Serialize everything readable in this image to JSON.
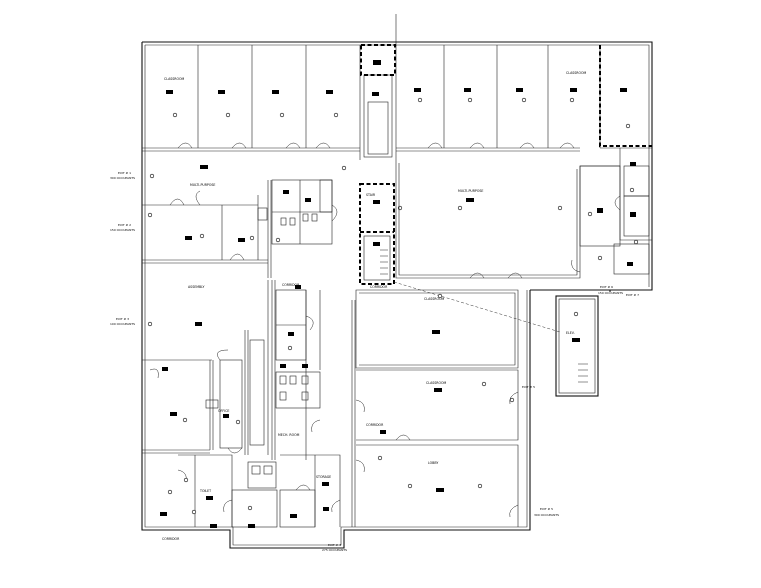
{
  "labels": {
    "exit_left_1": "EXIT # 1",
    "exit_left_1_occ": "300 OCCUPANTS",
    "exit_left_2": "EXIT # 2",
    "exit_left_2_occ": "150 OCCUPANTS",
    "exit_left_3": "EXIT # 3",
    "exit_left_3_occ": "100 OCCUPANTS",
    "exit_right_1": "EXIT # 6",
    "exit_right_1_occ": "150 OCCUPANTS",
    "exit_right_2": "EXIT # 7",
    "exit_mid": "EXIT # 5",
    "exit_mid_occ": "300 OCCUPANTS",
    "exit_bottom": "EXIT # 4",
    "exit_bottom_occ": "275 OCCUPANTS",
    "corridor_top": "MULTI-PURPOSE",
    "corridor_left": "CORRIDOR",
    "bottom_left": "CORRIDOR",
    "room_a": "CLASSROOM",
    "room_b": "CLASSROOM",
    "room_c": "OFFICE",
    "room_d": "STAIR",
    "room_e": "ELEV.",
    "room_f": "STORAGE",
    "room_g": "TOILET",
    "room_h": "MECH. ROOM",
    "room_i": "ASSEMBLY",
    "room_j": "LOBBY",
    "room_k": "CLASSROOM",
    "room_l": "CLASSROOM"
  }
}
